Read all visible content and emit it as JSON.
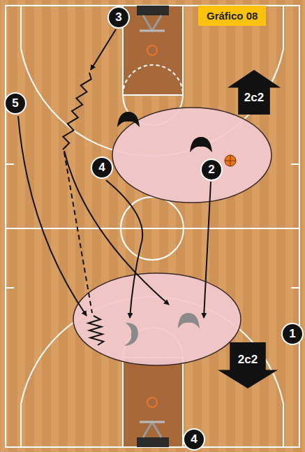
{
  "diagram": {
    "title": "Gráfico 08",
    "nodes": [
      {
        "text": [
          "3"
        ]
      },
      {
        "text": [
          "2c2"
        ]
      },
      {
        "text": [
          "5"
        ]
      },
      {
        "text": [
          "4"
        ]
      },
      {
        "text": [
          "2"
        ]
      },
      {
        "text": [
          "1"
        ]
      },
      {
        "text": [
          "2c2"
        ]
      },
      {
        "text": [
          "4"
        ]
      }
    ]
  }
}
